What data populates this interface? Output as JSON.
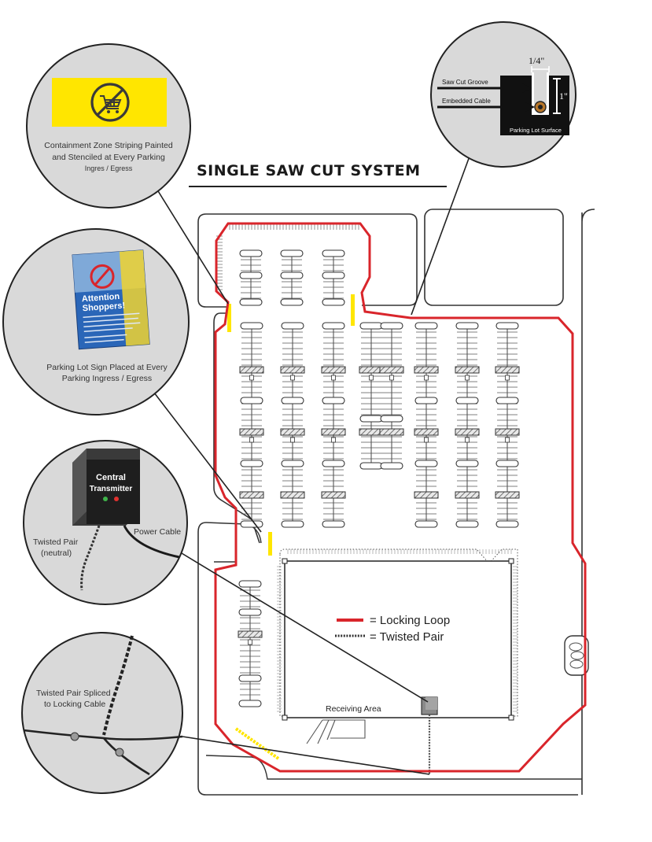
{
  "title": "SINGLE SAW CUT SYSTEM",
  "callouts": {
    "sign_icon_name": "no-shopping-cart-icon",
    "striping_line1": "Containment Zone Striping Painted",
    "striping_line2": "and Stenciled at Every Parking",
    "striping_line3": "Ingres / Egress",
    "poster_title_line1": "Attention",
    "poster_title_line2": "Shoppers!",
    "sign_line1": "Parking Lot Sign Placed at Every",
    "sign_line2": "Parking Ingress / Egress",
    "transmitter_line1": "Central",
    "transmitter_line2": "Transmitter",
    "power_cable": "Power Cable",
    "twisted_pair_line1": "Twisted Pair",
    "twisted_pair_line2": "(neutral)",
    "splice_line1": "Twisted Pair Spliced",
    "splice_line2": "to Locking Cable"
  },
  "saw_cut": {
    "width_label": "1/4\"",
    "depth_label": "1\"",
    "groove_label": "Saw Cut Groove",
    "cable_label": "Embedded Cable",
    "surface_label": "Parking Lot Surface"
  },
  "legend": {
    "locking_loop": "= Locking Loop",
    "twisted_pair": "= Twisted Pair"
  },
  "receiving_area": "Receiving Area",
  "colors": {
    "locking_loop": "#d9252b",
    "stripe_yellow": "#ffe600",
    "callout_fill": "#d9d9d9",
    "transmitter": "#2d2d2d"
  }
}
